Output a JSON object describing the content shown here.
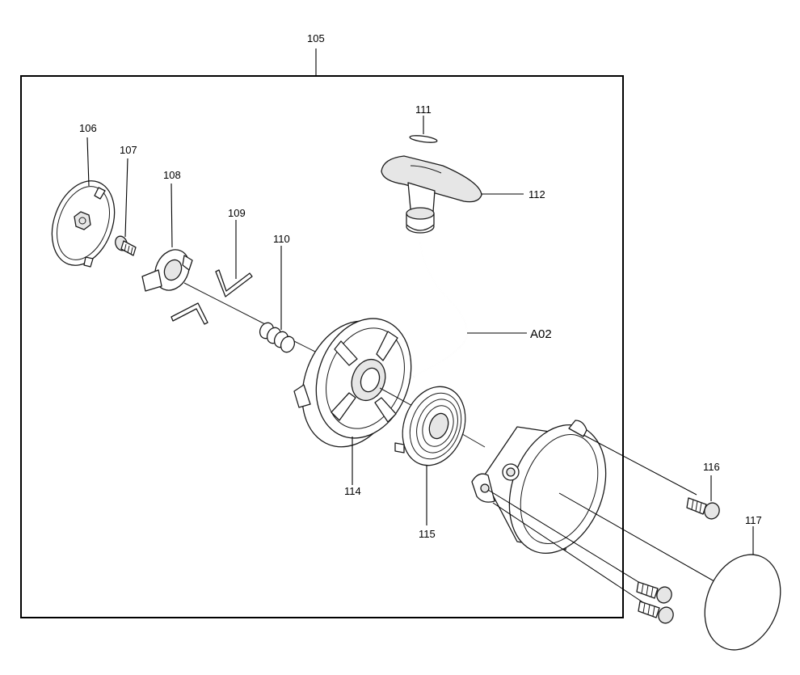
{
  "labels": {
    "p105": "105",
    "p106": "106",
    "p107": "107",
    "p108": "108",
    "p109": "109",
    "p110": "110",
    "p111": "111",
    "p112": "112",
    "a02": "A02",
    "p114": "114",
    "p115": "115",
    "p116": "116",
    "p117": "117"
  }
}
